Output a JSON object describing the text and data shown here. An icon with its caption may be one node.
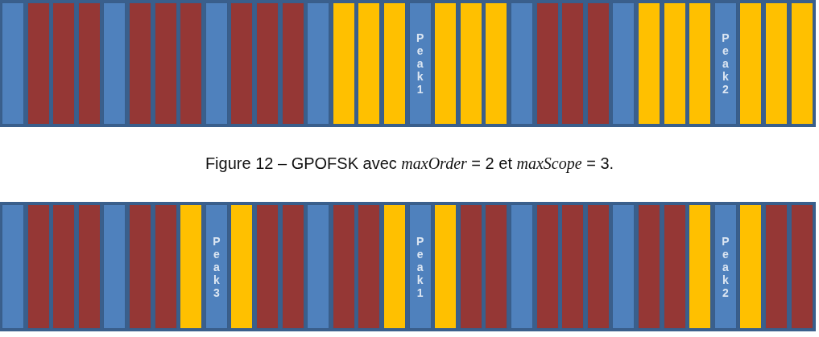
{
  "diagram": {
    "caption": "Figure 12 – GPOFSK avec *maxOrder* = 2 et *maxScope* = 3.",
    "nodes": [
      {
        "text": [],
        "shape": "box"
      },
      {
        "text": [],
        "shape": "bar",
        "in": 0
      },
      {
        "text": [],
        "shape": "bar",
        "in": 0
      },
      {
        "text": [],
        "shape": "bar",
        "in": 0
      },
      {
        "text": [],
        "shape": "bar",
        "in": 0
      },
      {
        "text": [],
        "shape": "bar",
        "in": 0
      },
      {
        "text": [],
        "shape": "bar",
        "in": 0
      },
      {
        "text": [],
        "shape": "bar",
        "in": 0
      },
      {
        "text": [],
        "shape": "bar",
        "in": 0
      },
      {
        "text": [],
        "shape": "bar",
        "in": 0
      },
      {
        "text": [],
        "shape": "bar",
        "in": 0
      },
      {
        "text": [],
        "shape": "bar",
        "in": 0
      },
      {
        "text": [],
        "shape": "bar",
        "in": 0
      },
      {
        "text": [],
        "shape": "bar",
        "in": 0
      },
      {
        "text": [],
        "shape": "bar",
        "in": 0
      },
      {
        "text": [],
        "shape": "bar",
        "in": 0
      },
      {
        "text": [],
        "shape": "bar",
        "in": 0
      },
      {
        "text": [
          "Peak1"
        ],
        "in": 0
      },
      {
        "text": [],
        "shape": "bar",
        "in": 0
      },
      {
        "text": [],
        "shape": "bar",
        "in": 0
      },
      {
        "text": [],
        "shape": "bar",
        "in": 0
      },
      {
        "text": [],
        "shape": "bar",
        "in": 0
      },
      {
        "text": [],
        "shape": "bar",
        "in": 0
      },
      {
        "text": [],
        "shape": "bar",
        "in": 0
      },
      {
        "text": [],
        "shape": "bar",
        "in": 0
      },
      {
        "text": [],
        "shape": "bar",
        "in": 0
      },
      {
        "text": [],
        "shape": "bar",
        "in": 0
      },
      {
        "text": [],
        "shape": "bar",
        "in": 0
      },
      {
        "text": [],
        "shape": "bar",
        "in": 0
      },
      {
        "text": [
          "Peak2"
        ],
        "in": 0
      },
      {
        "text": [],
        "shape": "bar",
        "in": 0
      },
      {
        "text": [],
        "shape": "bar",
        "in": 0
      },
      {
        "text": [],
        "shape": "bar",
        "in": 0
      },
      {
        "text": [],
        "shape": "box"
      },
      {
        "text": [],
        "shape": "bar",
        "in": 33
      },
      {
        "text": [],
        "shape": "bar",
        "in": 33
      },
      {
        "text": [],
        "shape": "bar",
        "in": 33
      },
      {
        "text": [],
        "shape": "bar",
        "in": 33
      },
      {
        "text": [],
        "shape": "bar",
        "in": 33
      },
      {
        "text": [],
        "shape": "bar",
        "in": 33
      },
      {
        "text": [],
        "shape": "bar",
        "in": 33
      },
      {
        "text": [],
        "shape": "bar",
        "in": 33
      },
      {
        "text": [
          "Peak3"
        ],
        "in": 33
      },
      {
        "text": [],
        "shape": "bar",
        "in": 33
      },
      {
        "text": [],
        "shape": "bar",
        "in": 33
      },
      {
        "text": [],
        "shape": "bar",
        "in": 33
      },
      {
        "text": [],
        "shape": "bar",
        "in": 33
      },
      {
        "text": [],
        "shape": "bar",
        "in": 33
      },
      {
        "text": [],
        "shape": "bar",
        "in": 33
      },
      {
        "text": [],
        "shape": "bar",
        "in": 33
      },
      {
        "text": [
          "Peak1"
        ],
        "in": 33
      },
      {
        "text": [],
        "shape": "bar",
        "in": 33
      },
      {
        "text": [],
        "shape": "bar",
        "in": 33
      },
      {
        "text": [],
        "shape": "bar",
        "in": 33
      },
      {
        "text": [],
        "shape": "bar",
        "in": 33
      },
      {
        "text": [],
        "shape": "bar",
        "in": 33
      },
      {
        "text": [],
        "shape": "bar",
        "in": 33
      },
      {
        "text": [],
        "shape": "bar",
        "in": 33
      },
      {
        "text": [],
        "shape": "bar",
        "in": 33
      },
      {
        "text": [],
        "shape": "bar",
        "in": 33
      },
      {
        "text": [],
        "shape": "bar",
        "in": 33
      },
      {
        "text": [],
        "shape": "bar",
        "in": 33
      },
      {
        "text": [
          "Peak2"
        ],
        "in": 33
      },
      {
        "text": [],
        "shape": "bar",
        "in": 33
      },
      {
        "text": [],
        "shape": "bar",
        "in": 33
      },
      {
        "text": [],
        "shape": "bar",
        "in": 33
      }
    ]
  }
}
